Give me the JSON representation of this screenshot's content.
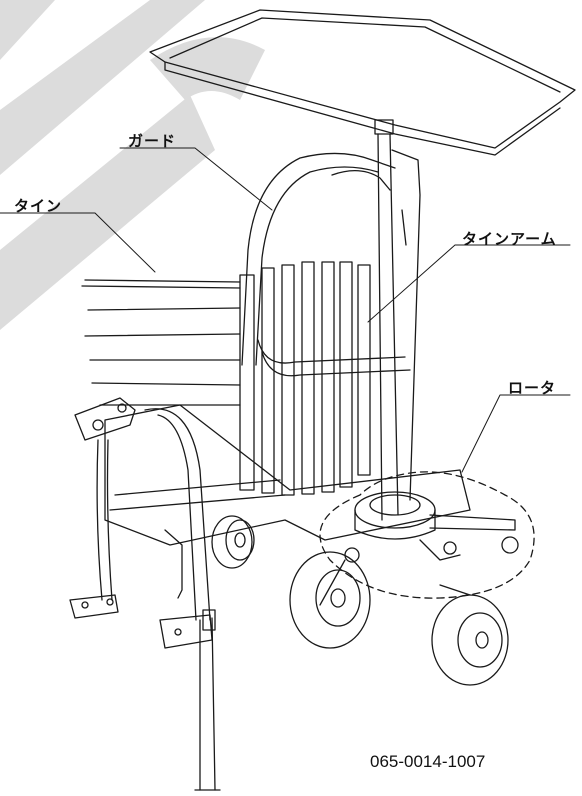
{
  "labels": {
    "guard": "ガード",
    "tine": "タイン",
    "tine_arm": "タインアーム",
    "rotor": "ロータ"
  },
  "document_code": "065-0014-1007",
  "colors": {
    "line": "#1a1a1a",
    "watermark": "#dcdcdc",
    "background": "#ffffff"
  }
}
